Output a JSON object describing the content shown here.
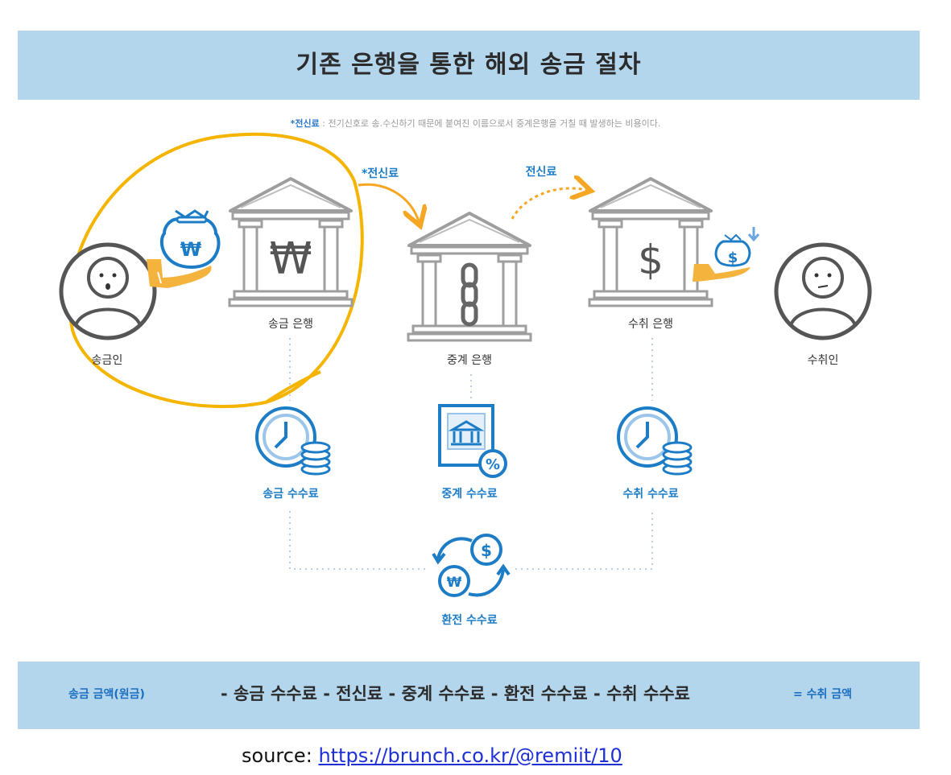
{
  "title": "기존 은행을 통한 해외 송금 절차",
  "note": {
    "key": "*전신료",
    "text": " : 전기신호로 송.수신하기 때문에 붙여진 이름으로서 중계은행을 거칠 때 발생하는 비용이다."
  },
  "arrows": {
    "first_label": "*전신료",
    "second_label": "전신료"
  },
  "nodes": {
    "sender": "송금인",
    "sending_bank": "송금 은행",
    "intermediary_bank": "중계 은행",
    "receiving_bank": "수취 은행",
    "receiver": "수취인"
  },
  "symbols": {
    "won": "₩",
    "dollar": "$",
    "percent": "%"
  },
  "fees": {
    "sending_fee": "송금 수수료",
    "intermediary_fee": "중계 수수료",
    "receiving_fee": "수취 수수료",
    "exchange_fee": "환전 수수료"
  },
  "formula": {
    "left": "송금 금액(원금)",
    "middle": "- 송금 수수료 - 전신료 - 중계 수수료 - 환전 수수료 - 수취 수수료",
    "right": "= 수취 금액"
  },
  "source": {
    "label": "source:",
    "url": "https://brunch.co.kr/@remiit/10"
  },
  "colors": {
    "band": "#b4d6ec",
    "accent_blue": "#1c7cc6",
    "arrow_orange": "#f5a623",
    "highlight_circle": "#f4b400",
    "hand": "#f3b33d"
  }
}
